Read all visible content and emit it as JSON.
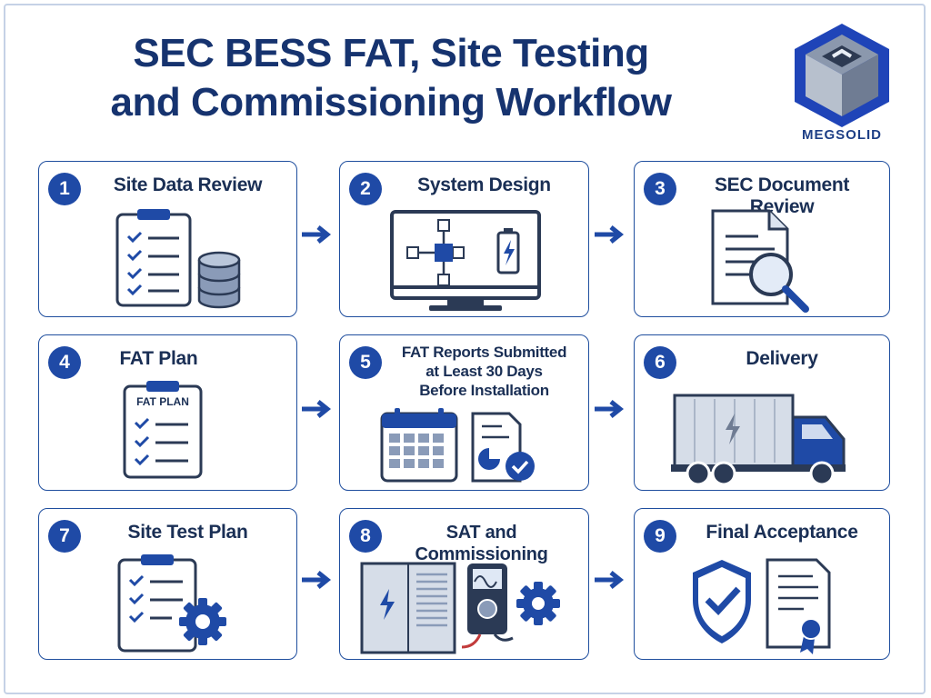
{
  "header": {
    "title_line1": "SEC BESS FAT, Site Testing",
    "title_line2": "and Commissioning Workflow",
    "logo_text": "MEGSOLID"
  },
  "steps": [
    {
      "number": "1",
      "title": "Site Data Review"
    },
    {
      "number": "2",
      "title": "System Design"
    },
    {
      "number": "3",
      "title": "SEC Document Review"
    },
    {
      "number": "4",
      "title": "FAT Plan",
      "clipboard_label": "FAT PLAN"
    },
    {
      "number": "5",
      "title_line1": "FAT Reports Submitted",
      "title_line2": "at Least 30 Days",
      "title_line3": "Before Installation"
    },
    {
      "number": "6",
      "title": "Delivery"
    },
    {
      "number": "7",
      "title": "Site Test Plan"
    },
    {
      "number": "8",
      "title": "SAT and Commissioning"
    },
    {
      "number": "9",
      "title": "Final Acceptance"
    }
  ],
  "colors": {
    "primary": "#1f4aa6",
    "title_text": "#16336f",
    "card_text": "#1a2f55",
    "border": "#1f4e9e"
  }
}
